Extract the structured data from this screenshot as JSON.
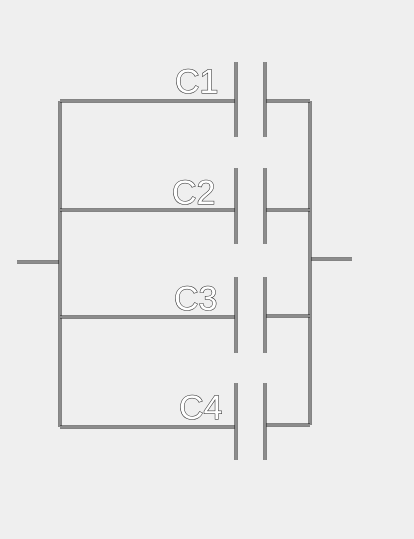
{
  "diagram": {
    "capacitors": [
      {
        "label": "C1"
      },
      {
        "label": "C2"
      },
      {
        "label": "C3"
      },
      {
        "label": "C4"
      }
    ],
    "line_color": "#1a1a1a",
    "background": "#efefef"
  }
}
